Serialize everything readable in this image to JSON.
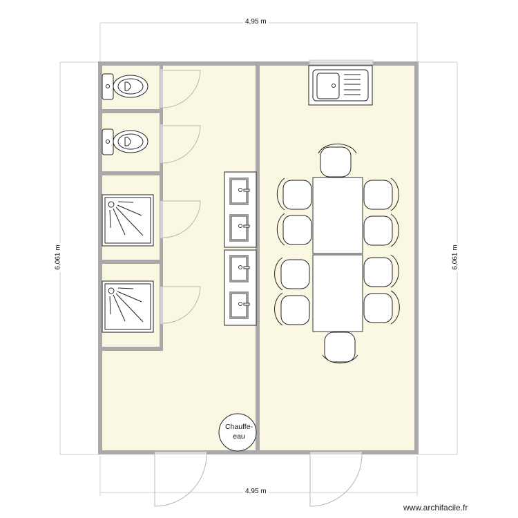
{
  "plan": {
    "dimensions": {
      "top_width": "4,95 m",
      "bottom_width": "4,95 m",
      "left_height": "6,061 m",
      "right_height": "6,061 m"
    },
    "rooms": [
      {
        "name": "wc-1",
        "fixture": "toilet"
      },
      {
        "name": "wc-2",
        "fixture": "toilet"
      },
      {
        "name": "shower-1",
        "fixture": "shower"
      },
      {
        "name": "shower-2",
        "fixture": "shower"
      },
      {
        "name": "washroom",
        "fixture": "sink-row",
        "sinks": 4
      },
      {
        "name": "dining-kitchen",
        "fixture": "tables",
        "tables": 2,
        "chairs": 10,
        "kitchen_sink": 1
      }
    ],
    "water_heater_label_line1": "Chauffe-",
    "water_heater_label_line2": "eau",
    "colors": {
      "floor": "#faf7e3",
      "wall": "#a9a9a9",
      "door_frame": "#d3d0d8",
      "door_swing": "#b0b0b0",
      "dim_line": "#c8c8c8"
    }
  },
  "footer": {
    "watermark": "www.archifacile.fr"
  }
}
